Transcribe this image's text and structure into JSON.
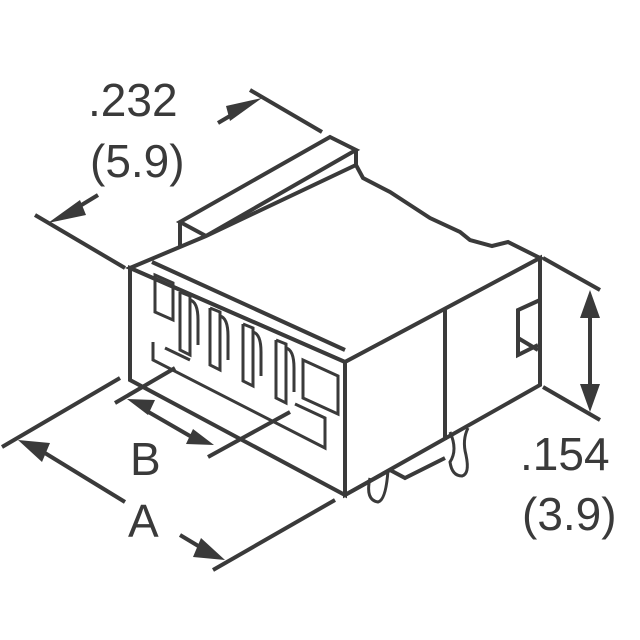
{
  "diagram": {
    "type": "isometric-dimension-drawing",
    "subject": "right-angle surface-mount connector, 4 contacts",
    "line_color": "#3a3a3a",
    "background": "#ffffff",
    "dimensions": {
      "depth": {
        "inch": ".232",
        "mm": "(5.9)"
      },
      "height": {
        "inch": ".154",
        "mm": "(3.9)"
      },
      "overall_width": {
        "label": "A"
      },
      "pitch_span": {
        "label": "B"
      }
    },
    "contact_count": 4
  }
}
